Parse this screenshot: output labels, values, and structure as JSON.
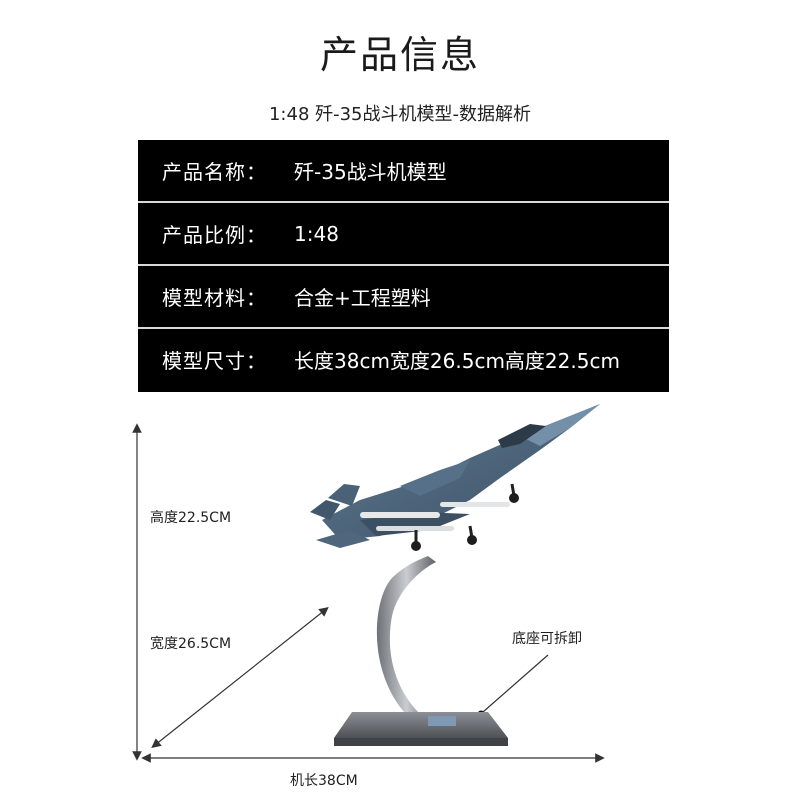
{
  "header": {
    "title": "产品信息",
    "subtitle": "1:48 歼-35战斗机模型-数据解析"
  },
  "specs": [
    {
      "label": "产品名称：",
      "value": "歼-35战斗机模型"
    },
    {
      "label": "产品比例：",
      "value": "1:48"
    },
    {
      "label": "模型材料：",
      "value": "合金+工程塑料"
    },
    {
      "label": "模型尺寸：",
      "value": "长度38cm宽度26.5cm高度22.5cm"
    }
  ],
  "dimensions": {
    "height": "高度22.5CM",
    "width": "宽度26.5CM",
    "length": "机长38CM",
    "base_note": "底座可拆卸"
  }
}
